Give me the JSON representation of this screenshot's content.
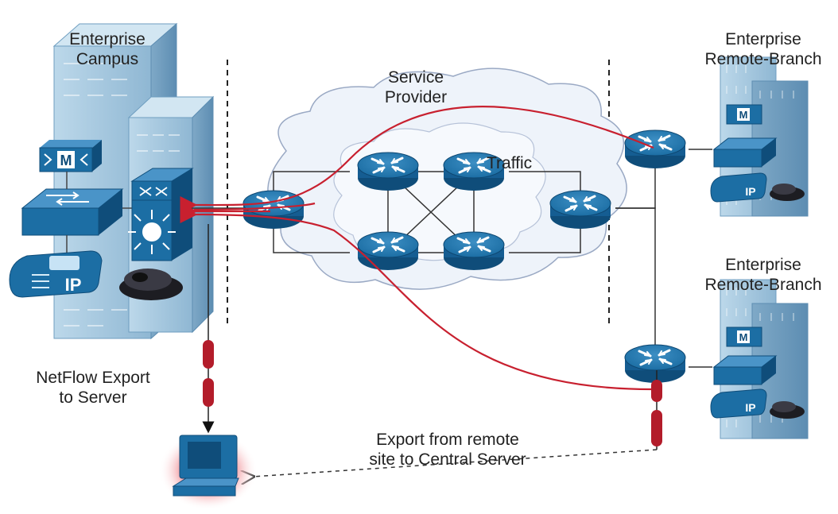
{
  "labels": {
    "campus": [
      "Enterprise",
      "Campus"
    ],
    "provider": [
      "Service",
      "Provider"
    ],
    "traffic": "Traffic",
    "branch_top": [
      "Enterprise",
      "Remote-Branch"
    ],
    "branch_bottom": [
      "Enterprise",
      "Remote-Branch"
    ],
    "netflow": [
      "NetFlow Export",
      "to Server"
    ],
    "remote_export": [
      "Export from remote",
      "site to Central Server"
    ]
  },
  "icon_labels": {
    "call_manager": "M",
    "ip_phone": "IP"
  },
  "colors": {
    "building": "#a9cbe0",
    "building_dark": "#6f9ec0",
    "device": "#1c6ea4",
    "device_dark": "#0f4d7a",
    "traffic": "#c8202f",
    "cloud": "#eef3fa",
    "cloud_stroke": "#9aa9c4"
  }
}
